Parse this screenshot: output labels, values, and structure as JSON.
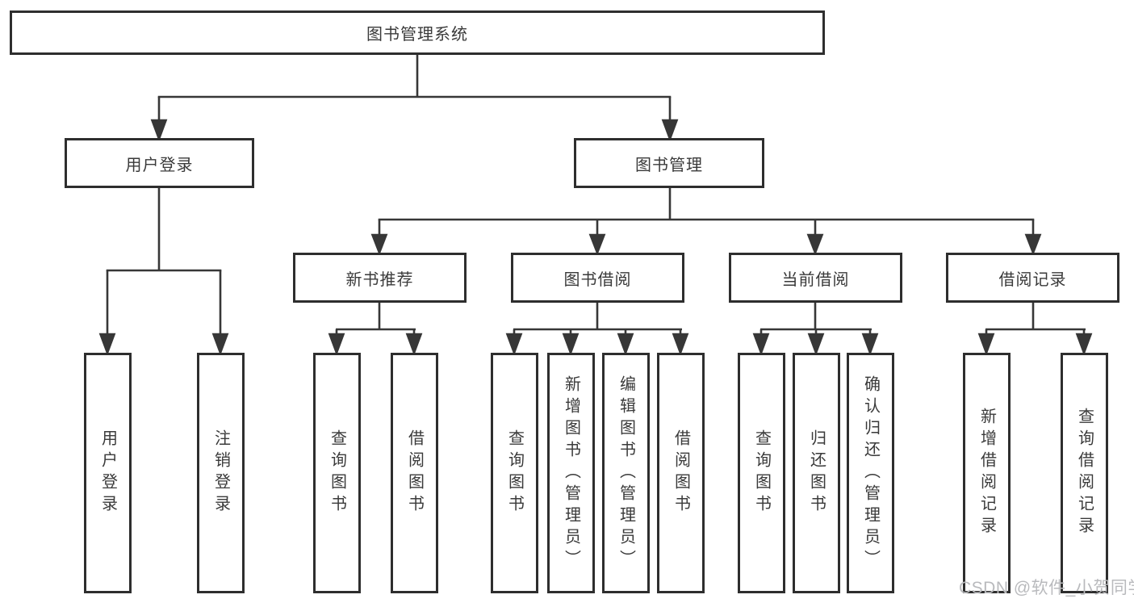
{
  "diagram": {
    "root": {
      "label": "图书管理系统"
    },
    "branches": [
      {
        "label": "用户登录",
        "leaves": [
          {
            "label": "用户登录"
          },
          {
            "label": "注销登录"
          }
        ]
      },
      {
        "label": "图书管理",
        "groups": [
          {
            "label": "新书推荐",
            "leaves": [
              {
                "label": "查询图书"
              },
              {
                "label": "借阅图书"
              }
            ]
          },
          {
            "label": "图书借阅",
            "leaves": [
              {
                "label": "查询图书"
              },
              {
                "label": "新增图书（管理员）"
              },
              {
                "label": "编辑图书（管理员）"
              },
              {
                "label": "借阅图书"
              }
            ]
          },
          {
            "label": "当前借阅",
            "leaves": [
              {
                "label": "查询图书"
              },
              {
                "label": "归还图书"
              },
              {
                "label": "确认归还（管理员）"
              }
            ]
          },
          {
            "label": "借阅记录",
            "leaves": [
              {
                "label": "新增借阅记录"
              },
              {
                "label": "查询借阅记录"
              }
            ]
          }
        ]
      }
    ]
  },
  "watermark": {
    "text": "CSDN @软件_小贺同学"
  },
  "colors": {
    "line": "#373737",
    "box_border": "#2e2e2e",
    "text": "#3a3a3a",
    "watermark": "#b9babd",
    "background": "#ffffff"
  }
}
